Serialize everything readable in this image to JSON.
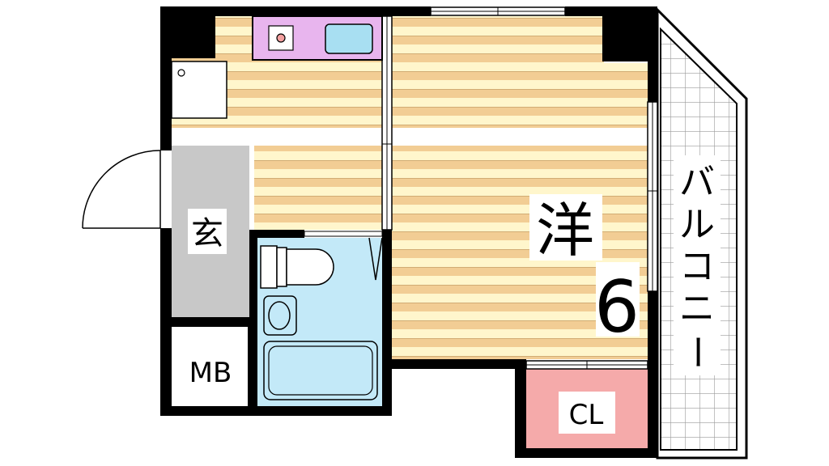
{
  "labels": {
    "western_room": "洋",
    "room_size": "6",
    "entrance": "玄",
    "meter_box": "MB",
    "closet": "CL",
    "balcony_chars": [
      "バ",
      "ル",
      "コ",
      "ニ",
      "ー"
    ]
  },
  "colors": {
    "wall": "#000000",
    "floor_light": "#fff6cc",
    "floor_stripe": "#f2cd94",
    "kitchen": "#e8b5ee",
    "sink": "#a8dff2",
    "bath": "#c3e9f8",
    "entrance": "#c8c8c8",
    "closet": "#f5aaaa",
    "balcony_grid": "#9a9a9a",
    "balcony_bg": "#ffffff"
  }
}
